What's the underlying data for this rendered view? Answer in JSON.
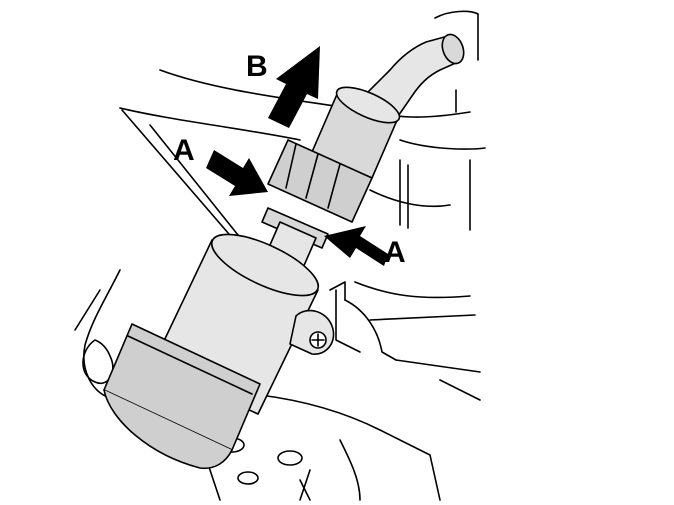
{
  "labels": {
    "b": "B",
    "a_left": "A",
    "a_right": "A"
  },
  "colors": {
    "line": "#000000",
    "fill_light": "#e6e6e6",
    "fill_mid": "#d9d9d9",
    "fill_dark": "#cfcfcf",
    "background": "#ffffff"
  }
}
